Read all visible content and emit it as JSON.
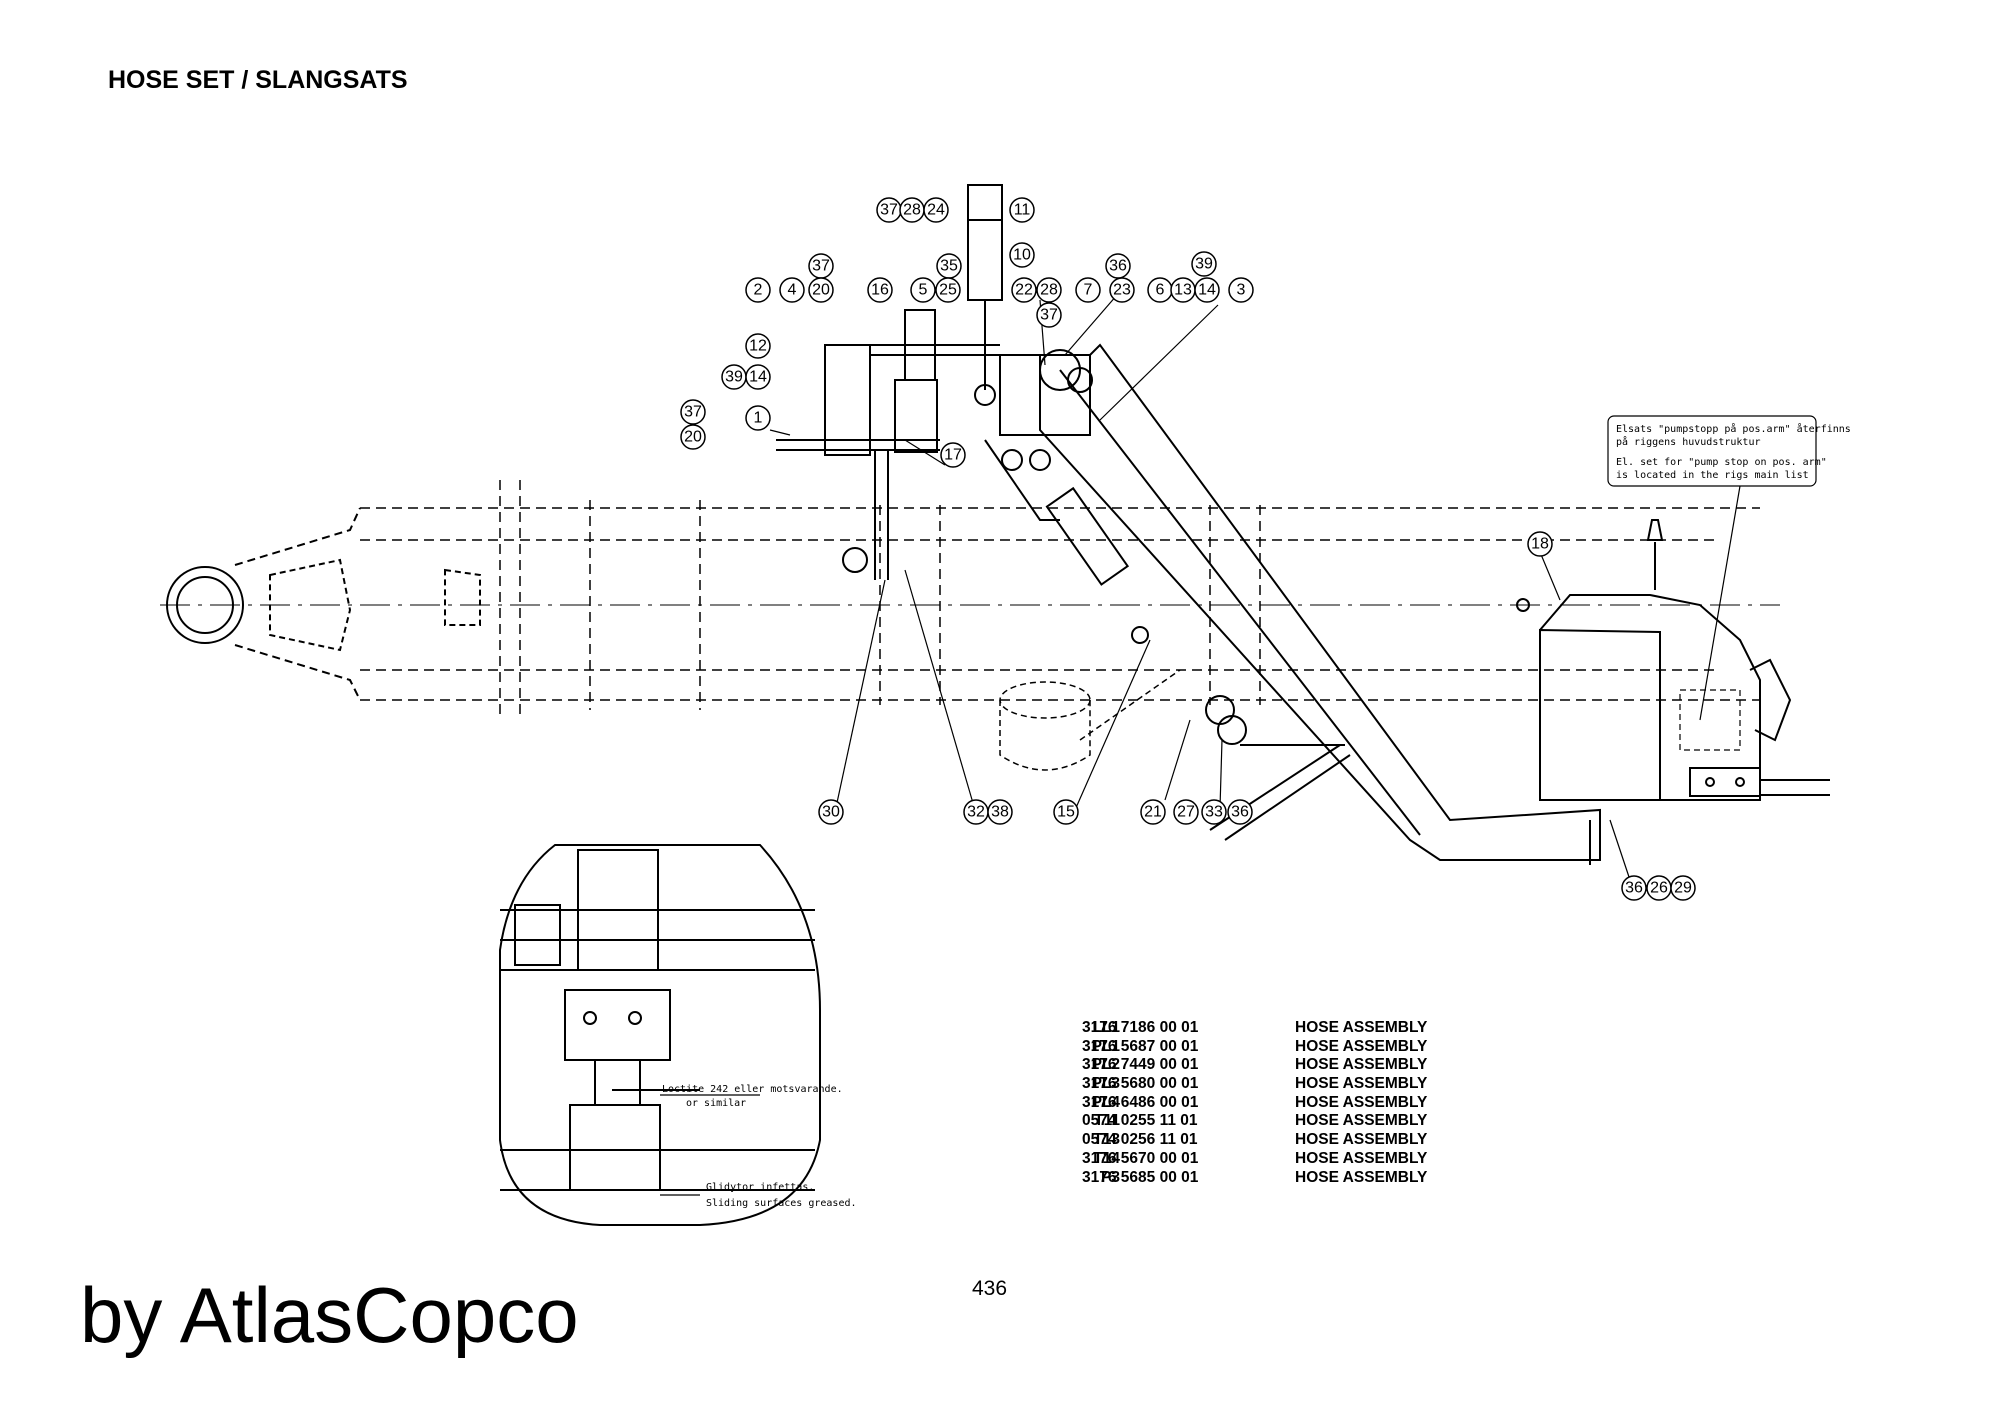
{
  "page": {
    "title": "HOSE SET / SLANGSATS",
    "page_number": "436",
    "brand": "by AtlasCopco"
  },
  "notes": {
    "pump_stop_1": "Elsats \"pumpstopp på pos.arm\" återfinns",
    "pump_stop_2": "på riggens huvudstruktur",
    "pump_stop_3": "El. set for \"pump stop on pos. arm\"",
    "pump_stop_4": "is located in the rigs main list",
    "loctite_1": "Loctite 242 eller motsvarande.",
    "loctite_2": "or similar",
    "slide_1": "Glidytor infettas.",
    "slide_2": "Sliding surfaces greased."
  },
  "callouts": [
    "37",
    "28",
    "24",
    "11",
    "10",
    "37",
    "20",
    "35",
    "36",
    "39",
    "2",
    "4",
    "16",
    "5",
    "25",
    "22",
    "28",
    "7",
    "23",
    "6",
    "13",
    "14",
    "3",
    "37",
    "12",
    "39",
    "14",
    "37",
    "1",
    "20",
    "17",
    "18",
    "30",
    "32",
    "38",
    "15",
    "21",
    "27",
    "33",
    "36",
    "36",
    "26",
    "29"
  ],
  "parts": [
    {
      "code": "LL1",
      "number": "3176 7186 00 01",
      "description": "HOSE ASSEMBLY"
    },
    {
      "code": "PL1",
      "number": "3176 5687 00 01",
      "description": "HOSE ASSEMBLY"
    },
    {
      "code": "PL2",
      "number": "3176 7449 00 01",
      "description": "HOSE ASSEMBLY"
    },
    {
      "code": "PL3",
      "number": "3176 5680 00 01",
      "description": "HOSE ASSEMBLY"
    },
    {
      "code": "PL4",
      "number": "3176 6486 00 01",
      "description": "HOSE ASSEMBLY"
    },
    {
      "code": "T11",
      "number": "0574 0255 11 01",
      "description": "HOSE ASSEMBLY"
    },
    {
      "code": "T13",
      "number": "0574 0256 11 01",
      "description": "HOSE ASSEMBLY"
    },
    {
      "code": "T14",
      "number": "3176 5670 00 01",
      "description": "HOSE ASSEMBLY"
    },
    {
      "code": "P3",
      "number": "3176 5685 00 01",
      "description": "HOSE ASSEMBLY"
    }
  ]
}
